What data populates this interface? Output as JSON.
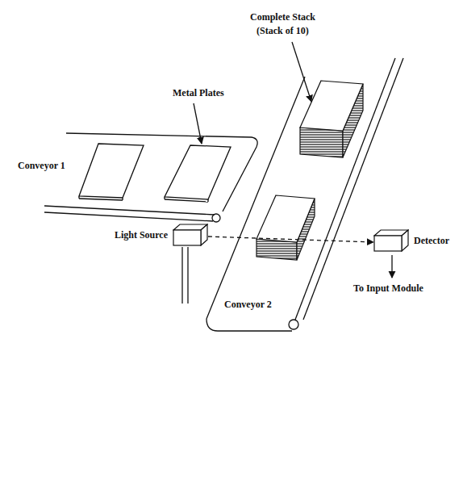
{
  "diagram": {
    "nodes": [
      {
        "text": [
          "Light Source"
        ]
      },
      {
        "text": [
          "Detector"
        ]
      }
    ],
    "edges": [
      {
        "from": 0,
        "to": 1,
        "arrow": "to"
      }
    ],
    "labels": [
      "Complete Stack",
      "(Stack of 10)",
      "Metal Plates",
      "Conveyor 1",
      "Conveyor 2",
      "To Input Module"
    ]
  }
}
